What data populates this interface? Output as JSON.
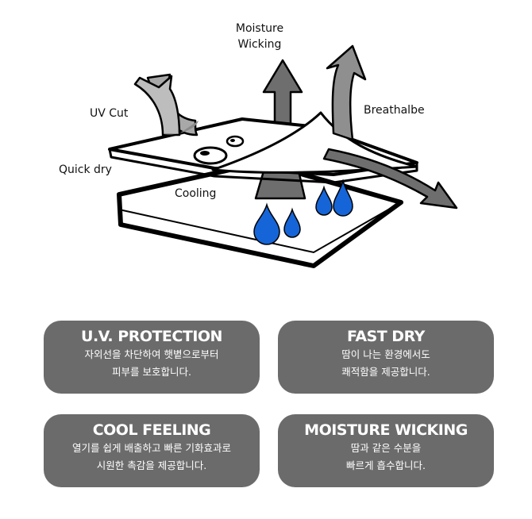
{
  "diagram": {
    "labels": {
      "moisture_wicking_1": "Moisture",
      "moisture_wicking_2": "Wicking",
      "uv_cut": "UV Cut",
      "breathable": "Breathalbe",
      "quick_dry": "Quick dry",
      "cooling": "Cooling"
    },
    "colors": {
      "arrow_light": "#a8a8a8",
      "arrow_mid": "#8f8f8f",
      "arrow_dark": "#6e6e6e",
      "water_drop": "#1565d8",
      "outline": "#000000"
    }
  },
  "cards": [
    {
      "title": "U.V. PROTECTION",
      "line1": "자외선을 차단하여 햇볕으로부터",
      "line2": "피부를 보호합니다."
    },
    {
      "title": "FAST DRY",
      "line1": "땀이 나는 환경에서도",
      "line2": "쾌적함을 제공합니다."
    },
    {
      "title": "COOL FEELING",
      "line1": "열기를 쉽게 배출하고 빠른 기화효과로",
      "line2": "시원한 촉감을 제공합니다."
    },
    {
      "title": "MOISTURE WICKING",
      "line1": "땀과 같은 수분을",
      "line2": "빠르게 흡수합니다."
    }
  ],
  "card_color": "#6b6b6b"
}
